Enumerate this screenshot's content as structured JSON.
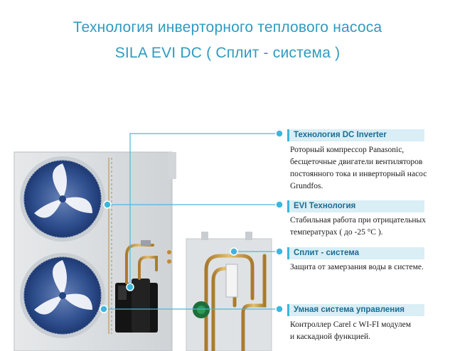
{
  "title": {
    "line1": "Технология инверторного теплового насоса",
    "line2": "SILA EVI DC ( Сплит - система )"
  },
  "colors": {
    "title": "#2e9bc0",
    "accent": "#3cb7dc",
    "label_bg": "#d9eef5",
    "label_text": "#1b6c93"
  },
  "callouts": [
    {
      "label": "Технология DC Inverter",
      "lines": [
        "Роторный компрессор Panasonic,",
        "бесщеточные двигатели вентиляторов",
        "постоянного тока и инверторный насос",
        "Grundfos."
      ]
    },
    {
      "label": "EVI Технология",
      "lines": [
        "Стабильная работа при отрицательных",
        "температурах ( до -25 °С )."
      ]
    },
    {
      "label": "Сплит - система",
      "lines": [
        "Защита от замерзания воды в системе."
      ]
    },
    {
      "label": "Умная система управления",
      "lines": [
        "Контроллер Carel с WI-FI модулем",
        "и каскадной функцией."
      ]
    }
  ]
}
